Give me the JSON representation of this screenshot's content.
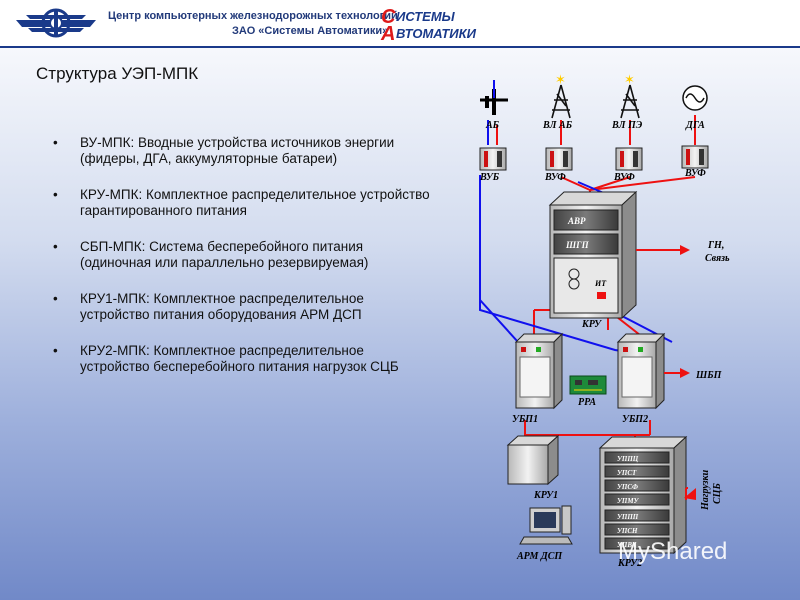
{
  "header": {
    "line1": "Центр компьютерных железнодорожных технологий",
    "line2": "ЗАО «Системы Автоматики»",
    "logo_text": [
      "ИСТЕМЫ",
      "ВТОМАТИКИ"
    ]
  },
  "title": "Структура УЭП-МПК",
  "bullets": [
    "ВУ-МПК: Вводные устройства источников энергии (фидеры, ДГА, аккумуляторные батареи)",
    "КРУ-МПК: Комплектное распределительное устройство гарантированного питания",
    "СБП-МПК: Система бесперебойного питания (одиночная или параллельно резервируемая)",
    "КРУ1-МПК: Комплектное распределительное устройство питания оборудования АРМ ДСП",
    "КРУ2-МПК: Комплектное распределительное устройство бесперебойного питания нагрузок СЦБ"
  ],
  "bullet_marker": "•",
  "diagram": {
    "sources": [
      "АБ",
      "ВЛ АБ",
      "ВЛ ПЭ",
      "ДГА"
    ],
    "inputs": [
      "ВУБ",
      "ВУФ",
      "ВУФ",
      "ВУФ"
    ],
    "kru_sections": [
      "АВР",
      "ШГП"
    ],
    "kru_it": "ИТ",
    "kru_label": "КРУ",
    "gn_label": [
      "ГН,",
      "Связь"
    ],
    "ups_labels": [
      "УБП1",
      "УБП2"
    ],
    "rpa_label": "РРА",
    "shbp_label": "ШБП",
    "kru1_label": "КРУ1",
    "arm_label": "АРМ ДСП",
    "kru2_sections": [
      "УППЦ",
      "УПСТ",
      "УПСФ",
      "УПМУ",
      "УППП",
      "УПСН",
      "УПВХ"
    ],
    "kru2_label": "КРУ2",
    "loads_label": [
      "Нагрузки",
      "СЦБ"
    ]
  },
  "colors": {
    "accent_blue": "#1a3a8a",
    "power_line_blue": "#1010ee",
    "power_line_red": "#ee1111",
    "logo_red": "#dd1a1a"
  },
  "watermark": "MyShared"
}
